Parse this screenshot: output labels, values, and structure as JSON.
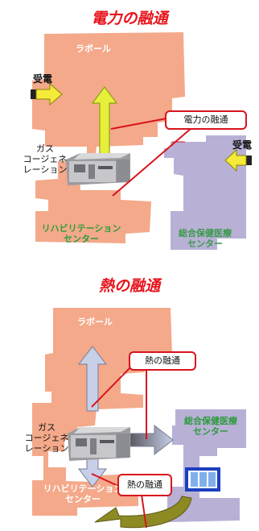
{
  "colors": {
    "title": "#e8141c",
    "laboratory_building": "#f4a98a",
    "health_center_building": "#b9b0d6",
    "callout_border": "#d8141c",
    "power_arrow": "#e6ef3c",
    "heat_arrow": "#c8cfe8",
    "incoming_arrow": "#f3ea3a",
    "building_label": "#2e9b3d"
  },
  "top_panel": {
    "title": "電力の融通",
    "lab_label": "ラボール",
    "receive_left": "受電",
    "receive_right": "受電",
    "callout": "電力の融通",
    "cogen_label": "ガス\nコージェネ\nレーション",
    "rehab_label": "リハビリテーション\nセンター",
    "health_label": "総合保健医療\nセンター"
  },
  "bottom_panel": {
    "title": "熱の融通",
    "lab_label": "ラボール",
    "callout_top": "熱の融通",
    "callout_bottom": "熱の融通",
    "cogen_label": "ガス\nコージェネ\nレーション",
    "rehab_label": "リハビリテーション\nセンター",
    "health_label": "総合保健医療\nセンター"
  }
}
